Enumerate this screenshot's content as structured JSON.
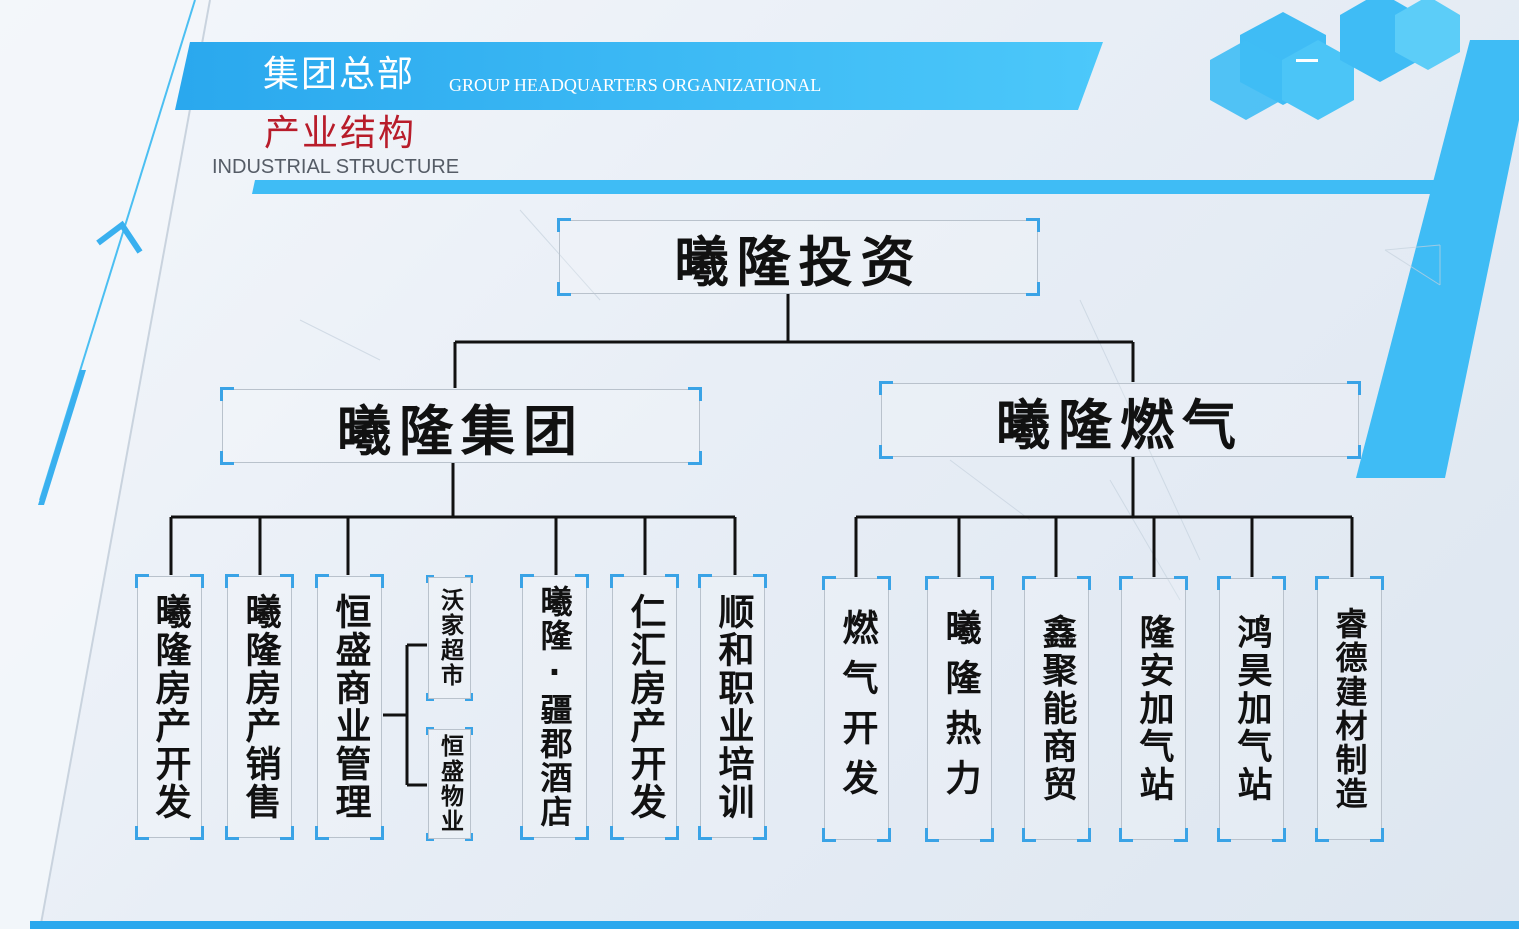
{
  "header": {
    "title_cn": "集团总部",
    "title_en": "GROUP HEADQUARTERS ORGANIZATIONAL"
  },
  "section": {
    "title_cn": "产业结构",
    "title_en": "INDUSTRIAL STRUCTURE"
  },
  "org": {
    "root": "曦隆投资",
    "groups": [
      {
        "name": "曦隆集团",
        "children": [
          "曦隆房产开发",
          "曦隆房产销售",
          "恒盛商业管理",
          "沃家超市",
          "恒盛物业",
          "曦隆·疆郡酒店",
          "仁汇房产开发",
          "顺和职业培训"
        ]
      },
      {
        "name": "曦隆燃气",
        "children": [
          "燃气开发",
          "曦隆热力",
          "鑫聚能商贸",
          "隆安加气站",
          "鸿昊加气站",
          "睿德建材制造"
        ]
      }
    ]
  },
  "colors": {
    "accent_blue": "#3fbcf5",
    "corner_blue": "#3aa3e6",
    "section_red": "#b81c2a",
    "line": "#111111"
  }
}
